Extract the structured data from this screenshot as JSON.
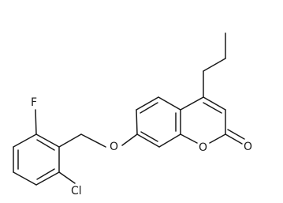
{
  "structure": {
    "atom_labels": {
      "fluorine": "F",
      "ether_oxygen": "O",
      "ring_oxygen": "O",
      "carbonyl_oxygen": "O",
      "chlorine": "Cl"
    }
  }
}
